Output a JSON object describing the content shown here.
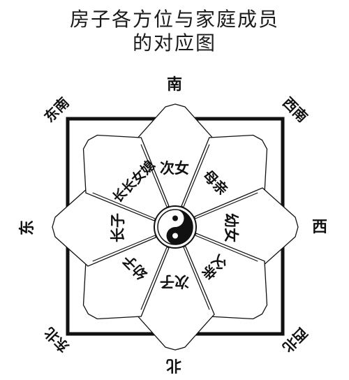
{
  "title": {
    "line1": "房子各方位与家庭成员",
    "line2": "的对应图"
  },
  "directions": {
    "south": "南",
    "north": "北",
    "east": "东",
    "west": "西",
    "southeast": "东南",
    "southwest": "西南",
    "northeast": "东北",
    "northwest": "西北"
  },
  "petals": {
    "south": "次女",
    "southwest": "母亲",
    "west": "幼女",
    "northwest": "父亲",
    "north": "次子",
    "northeast": "幼子",
    "east": "长子",
    "southeast": "长长女媳"
  },
  "center_symbol": "yin-yang",
  "colors": {
    "ink": "#111111",
    "background": "#ffffff"
  }
}
